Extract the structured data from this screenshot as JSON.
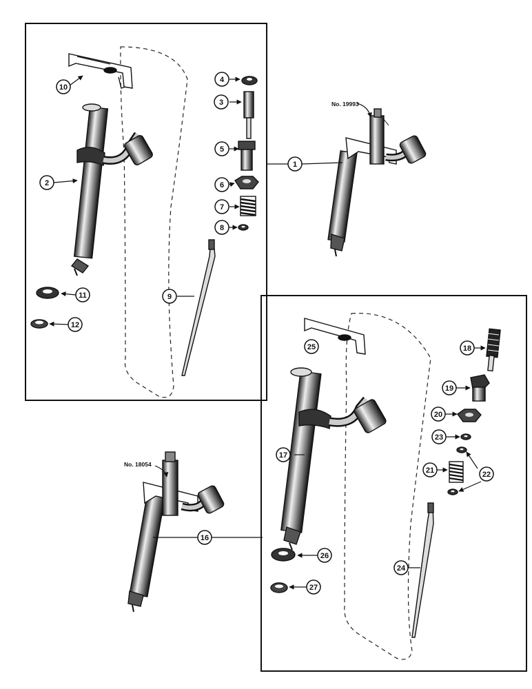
{
  "callouts": [
    "1",
    "2",
    "3",
    "4",
    "5",
    "6",
    "7",
    "8",
    "9",
    "10",
    "11",
    "12",
    "16",
    "17",
    "18",
    "19",
    "20",
    "21",
    "22",
    "23",
    "24",
    "25",
    "26",
    "27"
  ],
  "notes": {
    "top_assembly": "No. 19993",
    "bottom_assembly": "No. 18054"
  }
}
